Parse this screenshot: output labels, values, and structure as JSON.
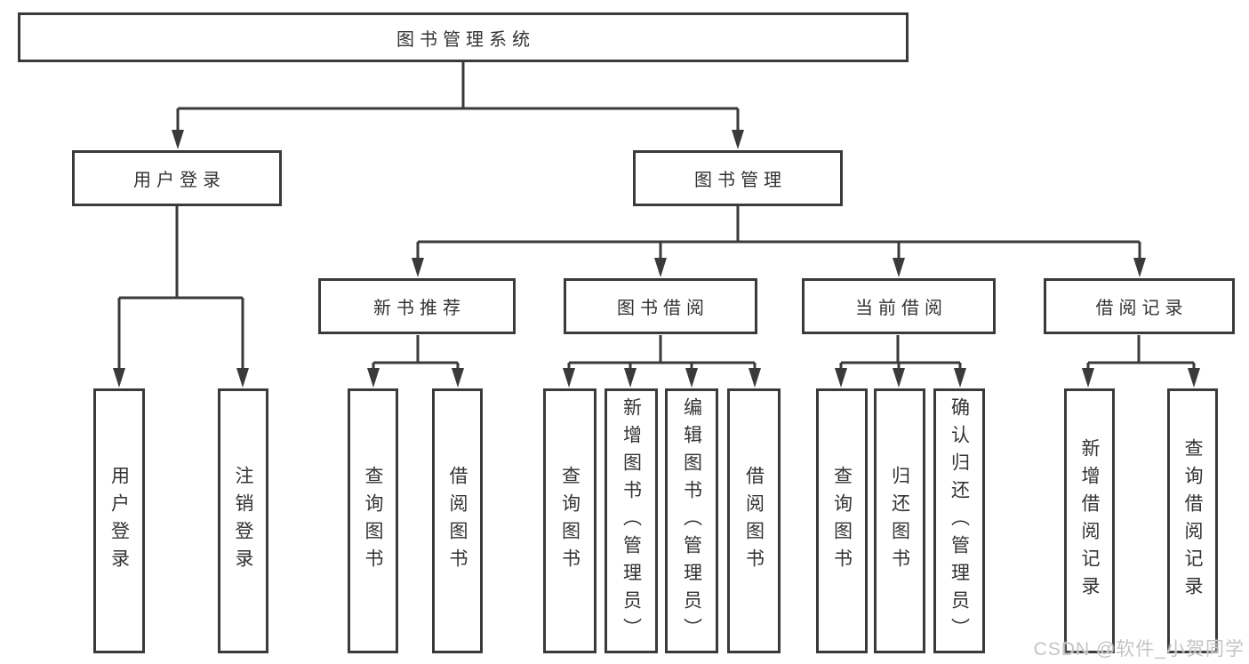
{
  "tree": {
    "root": "图书管理系统",
    "user_login": {
      "label": "用户登录",
      "children": {
        "login": "用户登录",
        "logout": "注销登录"
      }
    },
    "book_mgmt": {
      "label": "图书管理",
      "children": {
        "new_books": {
          "label": "新书推荐",
          "children": {
            "query": "查询图书",
            "borrow": "借阅图书"
          }
        },
        "borrowing": {
          "label": "图书借阅",
          "children": {
            "query": "查询图书",
            "add": "新增图书（管理员）",
            "edit": "编辑图书（管理员）",
            "borrow": "借阅图书"
          }
        },
        "current": {
          "label": "当前借阅",
          "children": {
            "query": "查询图书",
            "return": "归还图书",
            "confirm": "确认归还（管理员）"
          }
        },
        "records": {
          "label": "借阅记录",
          "children": {
            "add": "新增借阅记录",
            "query": "查询借阅记录"
          }
        }
      }
    }
  },
  "watermark": "CSDN @软件_小贺同学",
  "colors": {
    "line": "#3a3a3a",
    "text": "#333333",
    "box_background": "#ffffff",
    "watermark": "#c4c4c4",
    "background": "#ffffff"
  }
}
